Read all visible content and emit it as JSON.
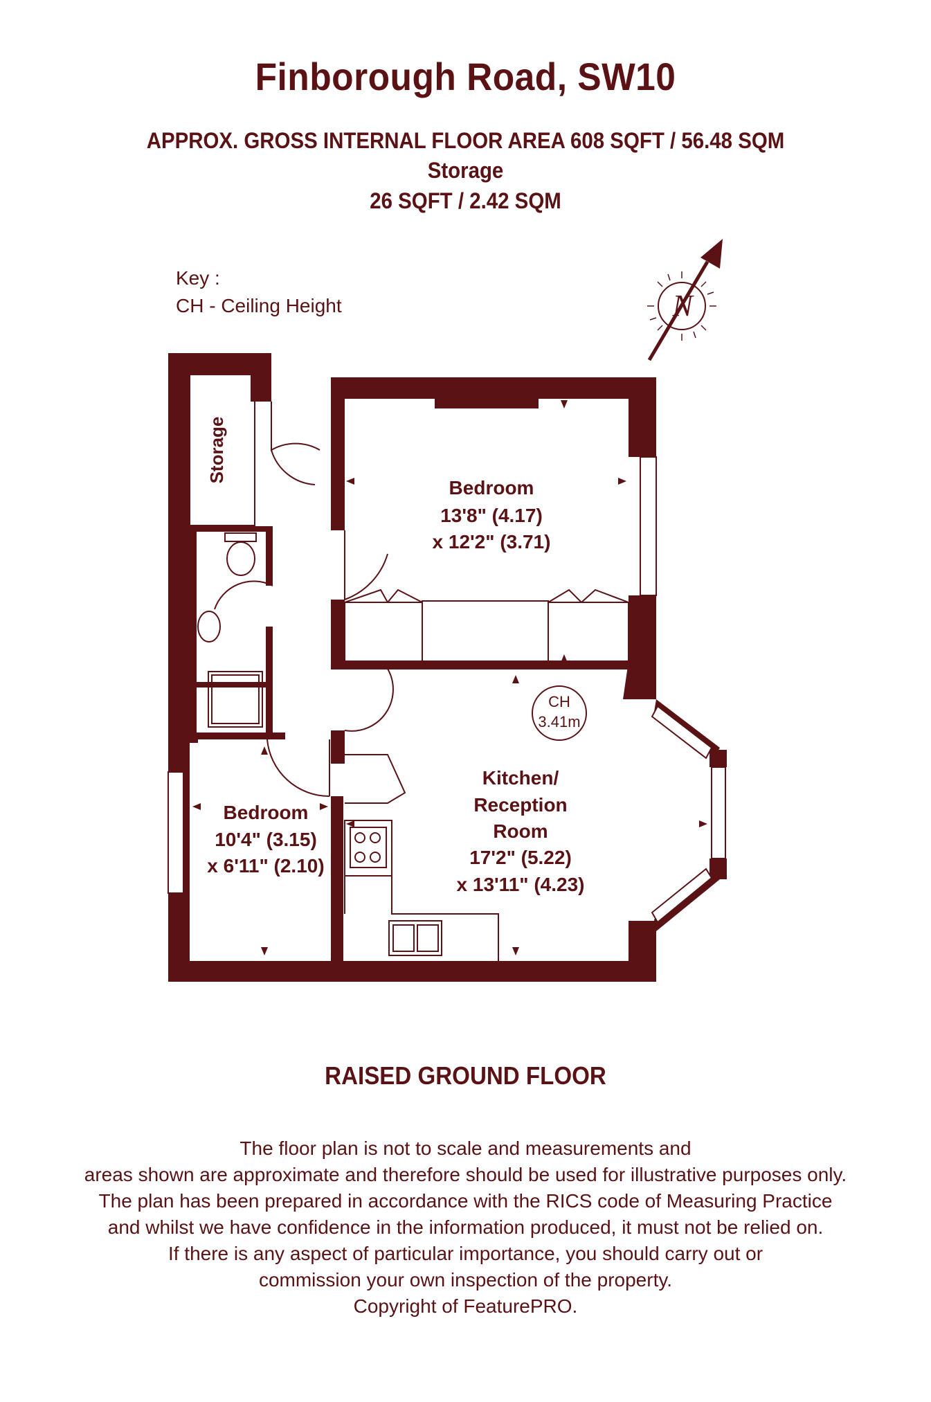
{
  "title": "Finborough Road, SW10",
  "area_line": "APPROX. GROSS INTERNAL FLOOR AREA 608 SQFT / 56.48 SQM",
  "storage_line": "Storage",
  "storage_area": "26 SQFT / 2.42 SQM",
  "key": {
    "heading": "Key :",
    "entry": "CH - Ceiling Height"
  },
  "compass": {
    "letter": "N"
  },
  "rooms": {
    "storage": {
      "name": "Storage"
    },
    "bedroom1": {
      "name": "Bedroom",
      "dim1": "13'8\" (4.17)",
      "dim2": "x 12'2\" (3.71)"
    },
    "bedroom2": {
      "name": "Bedroom",
      "dim1": "10'4\" (3.15)",
      "dim2": "x 6'11\" (2.10)"
    },
    "kitchen": {
      "name1": "Kitchen/",
      "name2": "Reception",
      "name3": "Room",
      "dim1": "17'2\" (5.22)",
      "dim2": "x 13'11\" (4.23)"
    }
  },
  "ceiling_height": {
    "label": "CH",
    "value": "3.41m"
  },
  "floor_name": "RAISED GROUND FLOOR",
  "disclaimer": [
    "The floor plan is not to scale and measurements and",
    "areas shown are approximate and therefore should be used for illustrative purposes only.",
    "The plan has been prepared in accordance with the RICS code of Measuring Practice",
    "and whilst we have confidence in the information produced, it must not be relied on.",
    "If there is any aspect of particular importance, you should carry out or",
    "commission your own inspection of the property.",
    "Copyright of FeaturePRO."
  ],
  "colors": {
    "wall": "#5a1215",
    "text": "#5a1215",
    "window": "#ffffff"
  }
}
